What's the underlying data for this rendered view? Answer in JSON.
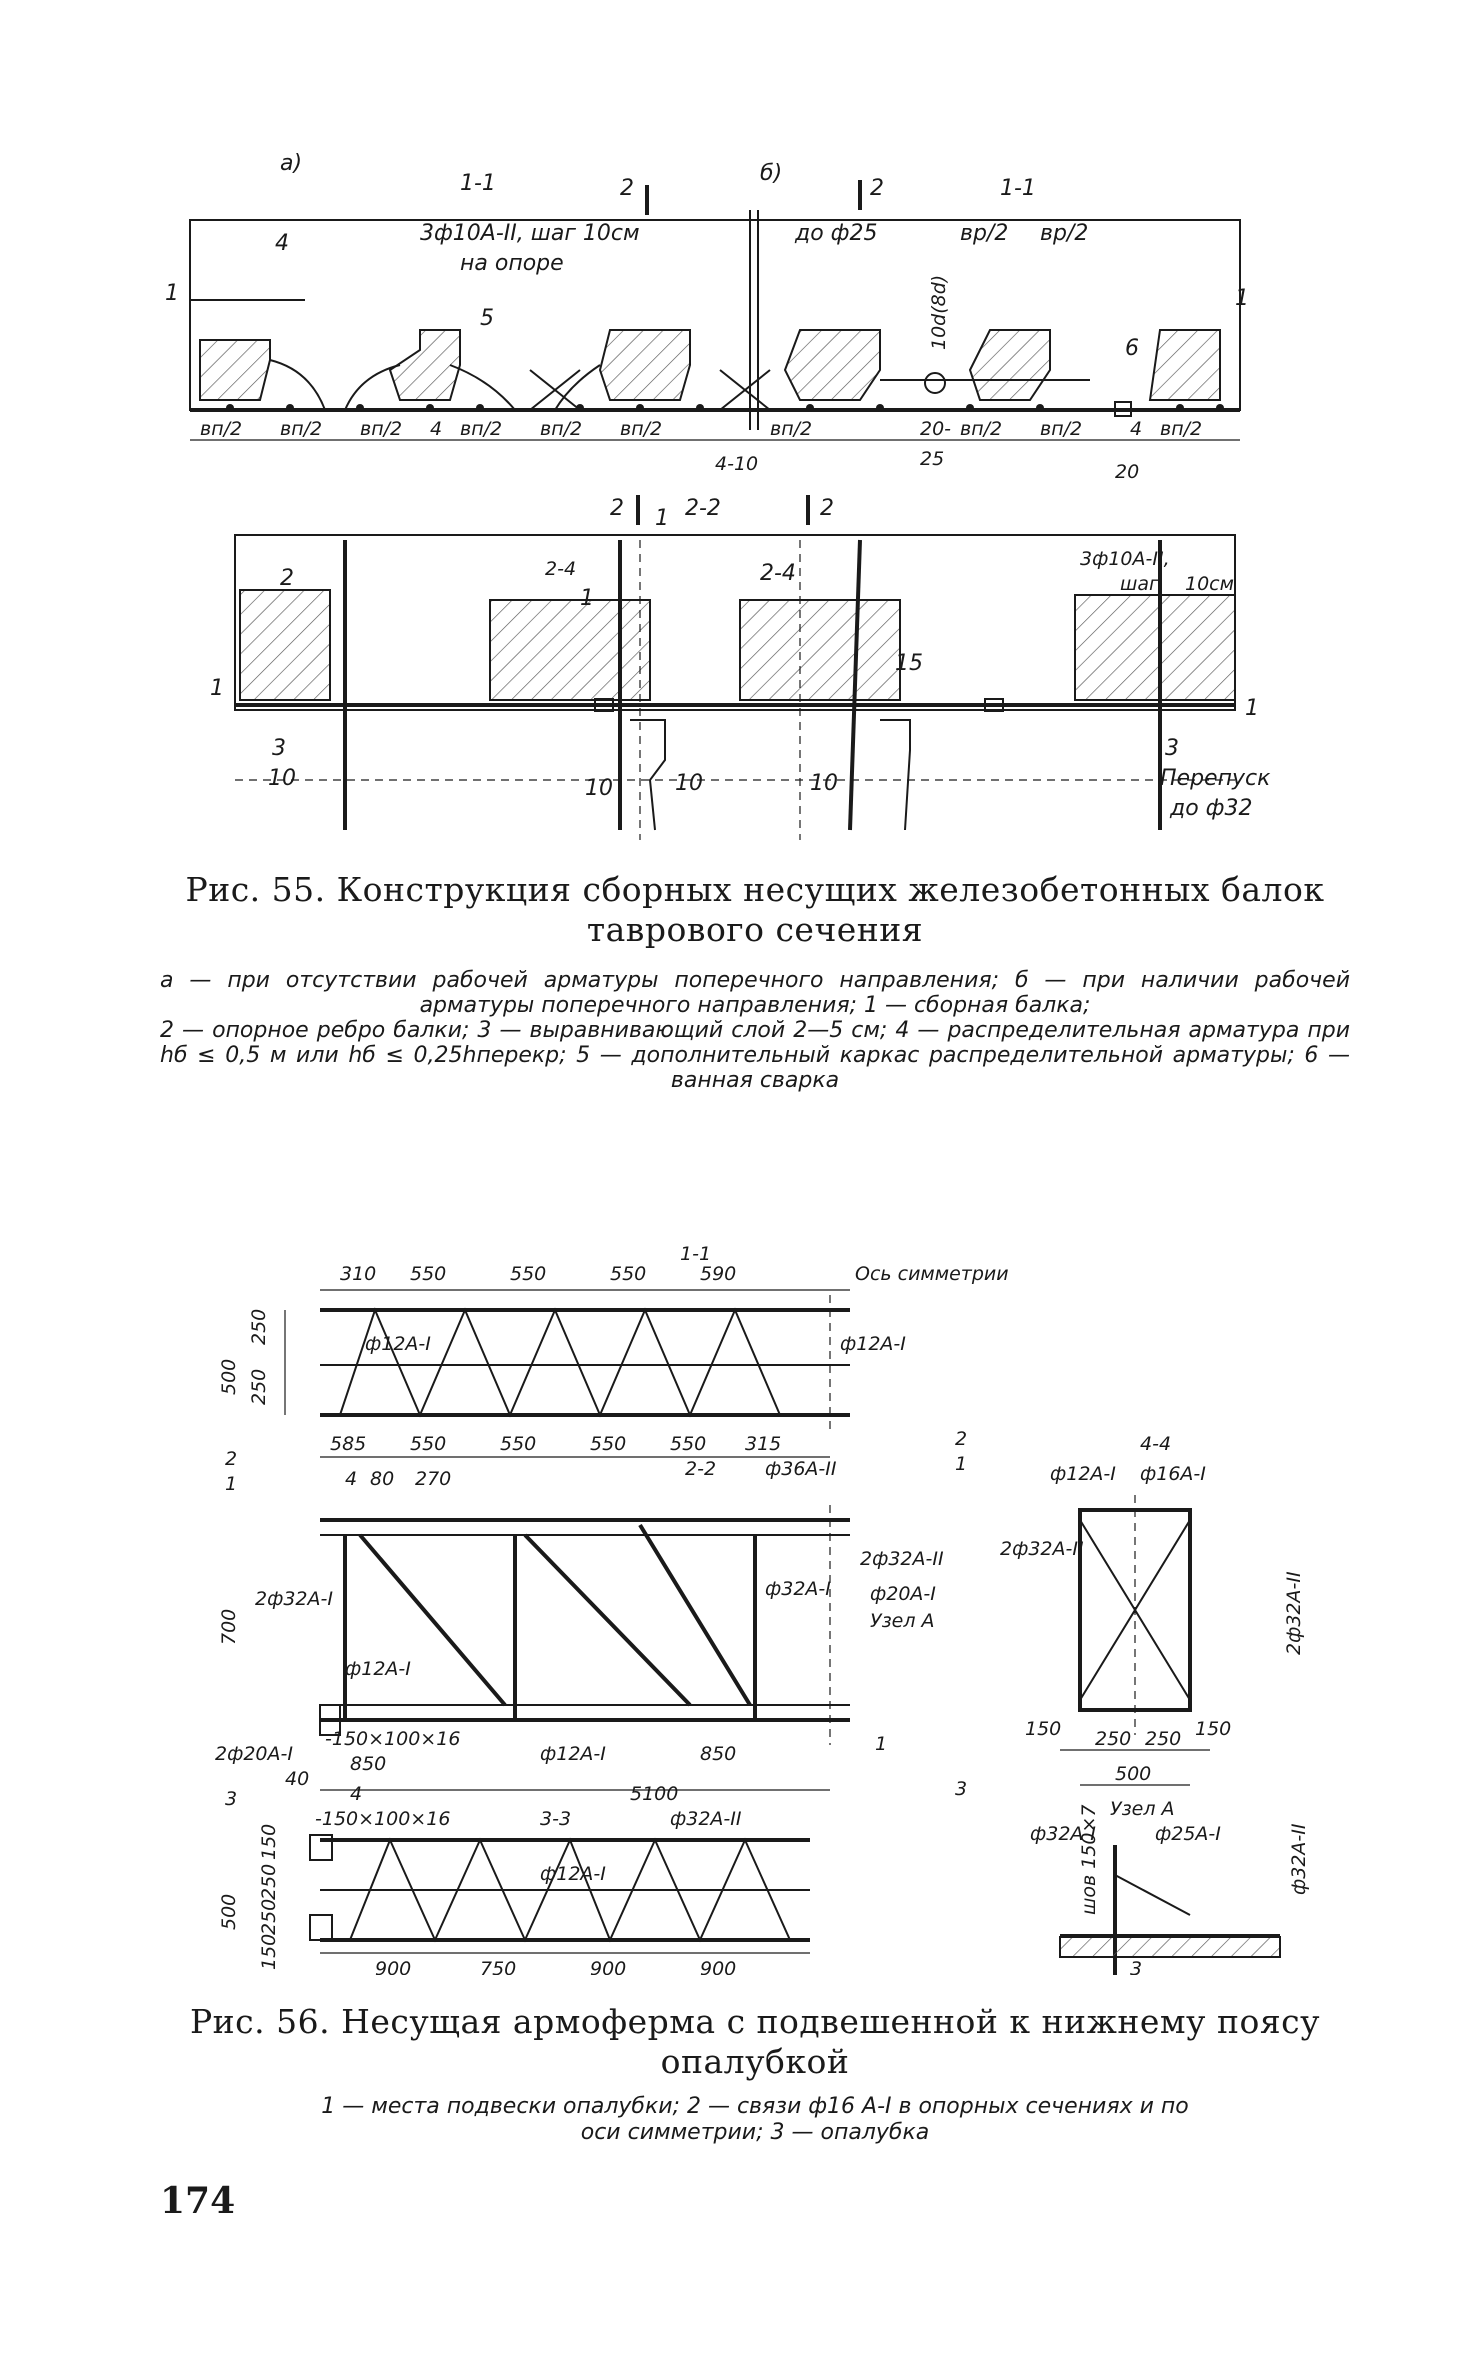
{
  "figure55": {
    "labels": {
      "panel_a": "а)",
      "panel_b": "б)",
      "sec_1_1_left": "1-1",
      "sec_2_top": "2",
      "sec_2_top_b": "2",
      "sec_1_1_right": "1-1",
      "n4": "4",
      "rebar_note_1": "3ф10А-II, шаг 10см",
      "rebar_note_2": "на опоре",
      "do_25": "до ф25",
      "bp2_a": "вр/2",
      "bp2_b": "вр/2",
      "n1_left": "1",
      "n1_right": "1",
      "n5": "5",
      "n6": "6",
      "tenDd": "10d(8d)",
      "dims": [
        "вп/2",
        "вп/2",
        "вп/2",
        "4",
        "вп/2",
        "вп/2",
        "вп/2",
        "вп/2",
        "20-",
        "вп/2",
        "вп/2",
        "4",
        "вп/2"
      ],
      "d4_10": "4-10",
      "d25": "25",
      "d20": "20",
      "sec_2_2": "2-2",
      "m2_left": "2",
      "m1": "1",
      "m2_right": "2",
      "l2": "2",
      "l2_4a": "2-4",
      "l1": "1",
      "l2_4b": "2-4",
      "rebar_b_1": "3ф10А-II,",
      "rebar_b_2": "шаг",
      "rebar_b_3": "10см",
      "n15": "15",
      "n1_low_left": "1",
      "n1_low_right": "1",
      "n3_left": "3",
      "n10_a": "10",
      "n10_b": "10",
      "n10_c": "10",
      "n10_d": "10",
      "n3_right": "3",
      "perepusk_1": "Перепуск",
      "perepusk_2": "до ф32"
    },
    "title": "Рис. 55. Конструкция сборных несущих железобетонных балок таврового сечения",
    "text_line1": "а — при отсутствии рабочей арматуры поперечного направления; б — при наличии рабочей арматуры поперечного направления; 1 — сборная балка;",
    "text_line2": "2 — опорное ребро балки; 3 — выравнивающий слой 2—5 см; 4 — распределительная арматура при hб ≤ 0,5 м или hб ≤ 0,25hперекр; 5 — дополнительный каркас распределительной арматуры; 6 — ванная сварка"
  },
  "figure56": {
    "labels": {
      "sec_1_1": "1-1",
      "dims_top": [
        "310",
        "550",
        "550",
        "550",
        "590"
      ],
      "axis_sym": "Ось симметрии",
      "f12a1_a": "ф12А-I",
      "f12a1_b": "ф12А-I",
      "d500_a": "500",
      "d250_a": "250",
      "d250_b": "250",
      "dims_mid": [
        "585",
        "550",
        "550",
        "550",
        "550",
        "315"
      ],
      "s2": "2",
      "s1": "1",
      "s2r": "2",
      "s1r": "1",
      "d4": "4",
      "d80": "80",
      "d270": "270",
      "sec_2_2": "2-2",
      "f36": "ф36А-II",
      "d700": "700",
      "f2x32": "2ф32А-I",
      "f12a1_c": "ф12А-I",
      "f32a1": "ф32А-I",
      "f2x32b": "2ф32А-II",
      "f20a1": "ф20А-I",
      "uzel_a": "Узел А",
      "f2x20": "2ф20А-I",
      "d40": "40",
      "plate1": "-150×100×16",
      "d850a": "850",
      "f12a1_d": "ф12А-I",
      "d850b": "850",
      "n1": "1",
      "s3": "3",
      "d4b": "4",
      "d5100": "5100",
      "s3r": "3",
      "plate2": "-150×100×16",
      "sec_3_3": "3-3",
      "f32a2": "ф32А-II",
      "f12a1_e": "ф12А-I",
      "d150a": "150",
      "d250c": "250",
      "d500b": "500",
      "d250d": "250",
      "d150b": "150",
      "dims_bot": [
        "900",
        "750",
        "900",
        "900"
      ],
      "sec_4_4": "4-4",
      "f12a1_f": "ф12А-I",
      "f16a1": "ф16А-I",
      "f2x32c": "2ф32А-II",
      "f2x32d": "2ф32А-II",
      "d150c": "150",
      "d250e": "250",
      "d250f": "250",
      "d150d": "150",
      "d500c": "500",
      "uzel_a2": "Узел А",
      "f32a1b": "ф32А-I",
      "f25a1": "ф25А-I",
      "f32a2b": "ф32А-II",
      "shov": "шов 150×7",
      "n3b": "3"
    },
    "title_line1": "Рис. 56. Несущая армоферма с подвешенной к нижнему поясу",
    "title_line2": "опалубкой",
    "text_line1": "1 — места подвески опалубки; 2 — связи ф16 А-I в опорных сечениях и по",
    "text_line2": "оси симметрии; 3 — опалубка"
  },
  "page": {
    "number": "174"
  }
}
